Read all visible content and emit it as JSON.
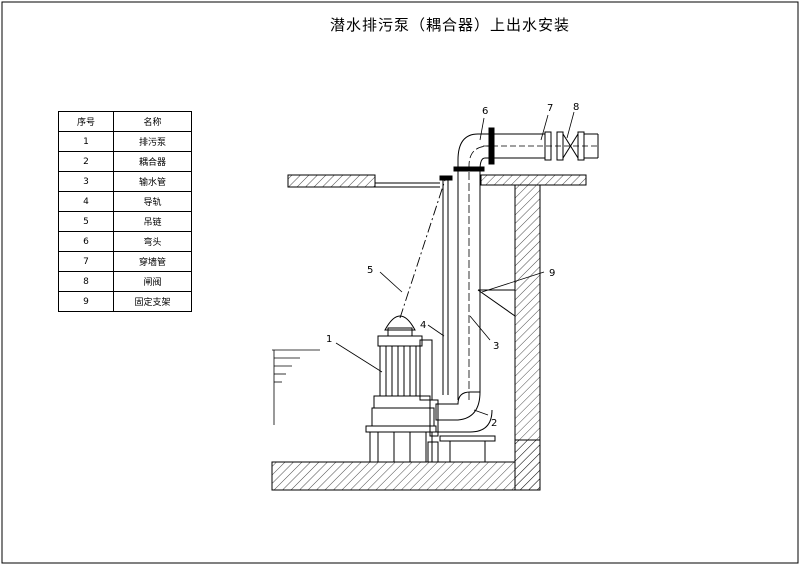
{
  "title": "潜水排污泵（耦合器）上出水安装",
  "table": {
    "headers": [
      "序号",
      "名称"
    ],
    "rows": [
      {
        "no": "1",
        "name": "排污泵"
      },
      {
        "no": "2",
        "name": "耦合器"
      },
      {
        "no": "3",
        "name": "输水管"
      },
      {
        "no": "4",
        "name": "导轨"
      },
      {
        "no": "5",
        "name": "吊链"
      },
      {
        "no": "6",
        "name": "弯头"
      },
      {
        "no": "7",
        "name": "穿墙管"
      },
      {
        "no": "8",
        "name": "闸阀"
      },
      {
        "no": "9",
        "name": "固定支架"
      }
    ]
  },
  "callouts": [
    "1",
    "2",
    "3",
    "4",
    "5",
    "6",
    "7",
    "8",
    "9"
  ]
}
